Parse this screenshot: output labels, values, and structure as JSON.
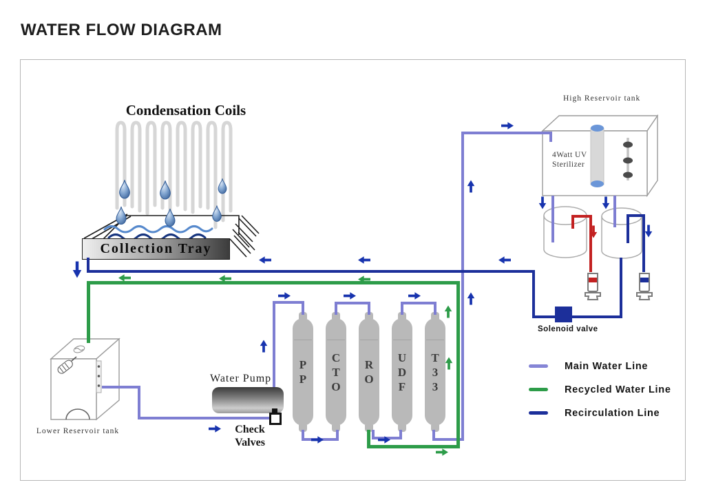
{
  "title": "WATER FLOW DIAGRAM",
  "condensation": {
    "coils_label": "Condensation Coils",
    "tray_label": "Collection Tray"
  },
  "high_reservoir": {
    "label": "High Reservoir tank",
    "uv_line1": "4Watt UV",
    "uv_line2": "Sterilizer"
  },
  "solenoid_label": "Solenoid valve",
  "pump": {
    "label": "Water Pump",
    "check_valves_label": "Check\nValves"
  },
  "lower_reservoir": {
    "label": "Lower Reservoir tank"
  },
  "filters": [
    {
      "code": "PP",
      "stacked": "P\nP"
    },
    {
      "code": "CTO",
      "stacked": "C\nT\nO"
    },
    {
      "code": "RO",
      "stacked": "R\nO"
    },
    {
      "code": "UDF",
      "stacked": "U\nD\nF"
    },
    {
      "code": "T33",
      "stacked": "T\n3\n3"
    }
  ],
  "legend": [
    {
      "label": "Main Water Line",
      "color": "#8585d6"
    },
    {
      "label": "Recycled Water Line",
      "color": "#2d9c49"
    },
    {
      "label": "Recirculation Line",
      "color": "#1c2f9a"
    }
  ],
  "colors": {
    "main_line": "#7e7ed2",
    "recycled_line": "#2d9c49",
    "recirculation_line": "#1c2f9a",
    "hot_line": "#c32121",
    "arrow": "#1733ae"
  }
}
